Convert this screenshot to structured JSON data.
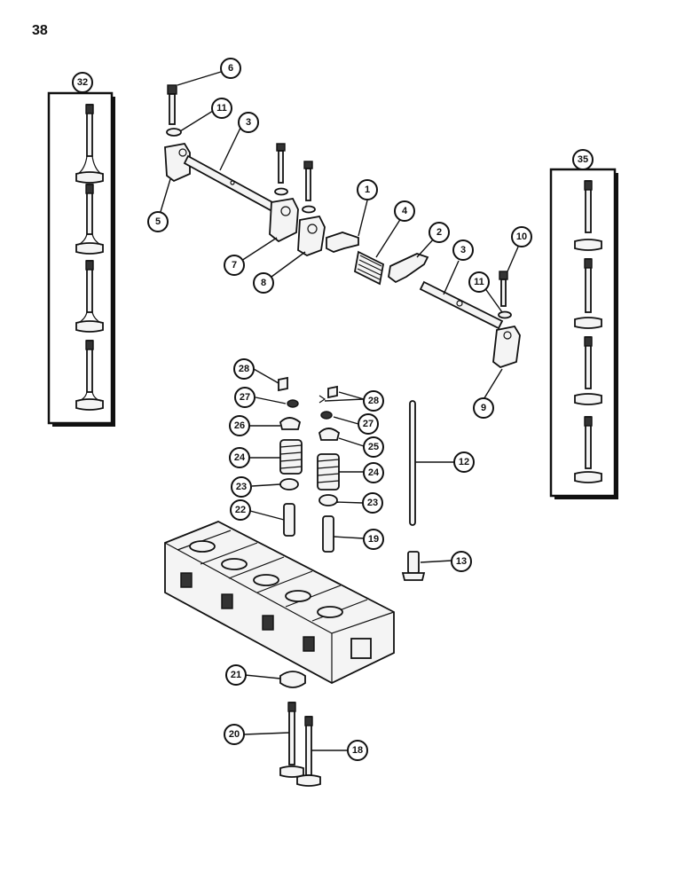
{
  "page": {
    "number": "38"
  },
  "callouts": {
    "c1": "1",
    "c2": "2",
    "c3a": "3",
    "c3b": "3",
    "c4": "4",
    "c5": "5",
    "c6": "6",
    "c7": "7",
    "c8": "8",
    "c9": "9",
    "c10": "10",
    "c11a": "11",
    "c11b": "11",
    "c12": "12",
    "c13": "13",
    "c18": "18",
    "c19": "19",
    "c20": "20",
    "c21": "21",
    "c22": "22",
    "c23a": "23",
    "c23b": "23",
    "c24a": "24",
    "c24b": "24",
    "c25": "25",
    "c26": "26",
    "c27a": "27",
    "c27b": "27",
    "c28a": "28",
    "c28b": "28",
    "c32": "32",
    "c35": "35"
  }
}
